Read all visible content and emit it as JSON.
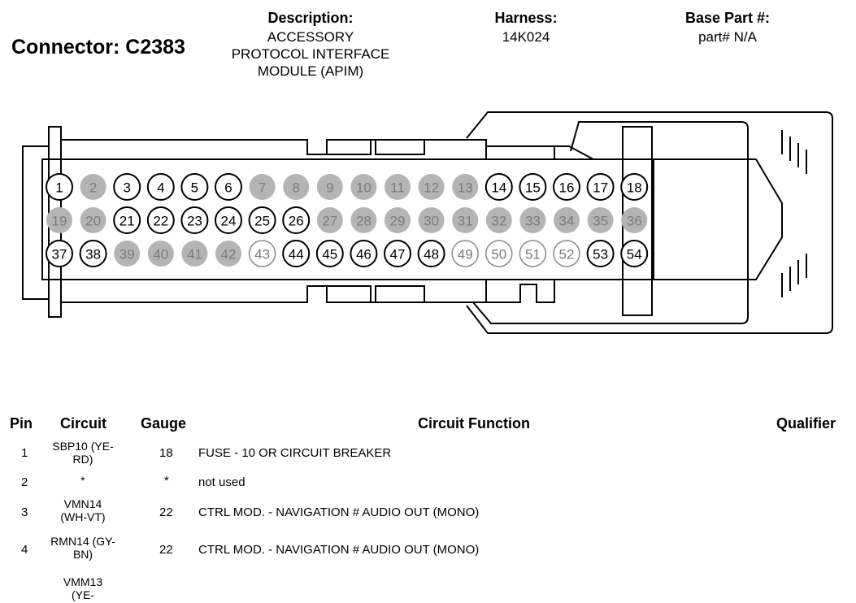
{
  "header": {
    "connector_title": "Connector: C2383",
    "description_label": "Description:",
    "description_lines": [
      "ACCESSORY",
      "PROTOCOL INTERFACE",
      "MODULE (APIM)"
    ],
    "harness_label": "Harness:",
    "harness_value": "14K024",
    "base_part_label": "Base Part #:",
    "base_part_value": "part# N/A"
  },
  "connector": {
    "rows": [
      [
        1,
        2,
        3,
        4,
        5,
        6,
        7,
        8,
        9,
        10,
        11,
        12,
        13,
        14,
        15,
        16,
        17,
        18
      ],
      [
        19,
        20,
        21,
        22,
        23,
        24,
        25,
        26,
        27,
        28,
        29,
        30,
        31,
        32,
        33,
        34,
        35,
        36
      ],
      [
        37,
        38,
        39,
        40,
        41,
        42,
        43,
        44,
        45,
        46,
        47,
        48,
        49,
        50,
        51,
        52,
        53,
        54
      ]
    ],
    "unused_pins": [
      2,
      7,
      8,
      9,
      10,
      11,
      12,
      13,
      19,
      20,
      27,
      28,
      29,
      30,
      31,
      32,
      33,
      34,
      35,
      36,
      39,
      40,
      41,
      42
    ],
    "empty_pins": [
      43,
      49,
      50,
      51,
      52
    ],
    "colors": {
      "unused_fill": "#b4b4b4",
      "outline": "#000000"
    }
  },
  "table": {
    "headers": {
      "pin": "Pin",
      "circuit": "Circuit",
      "gauge": "Gauge",
      "function": "Circuit Function",
      "qualifier": "Qualifier"
    },
    "rows": [
      {
        "pin": "1",
        "circuit": "SBP10 (YE-RD)",
        "gauge": "18",
        "function": "FUSE - 10 OR CIRCUIT BREAKER"
      },
      {
        "pin": "2",
        "circuit": "*",
        "gauge": "*",
        "function": "not used"
      },
      {
        "pin": "3",
        "circuit": "VMN14 (WH-VT)",
        "gauge": "22",
        "function": "CTRL MOD. - NAVIGATION # AUDIO OUT (MONO)"
      },
      {
        "pin": "4",
        "circuit": "RMN14 (GY-BN)",
        "gauge": "22",
        "function": "CTRL MOD. - NAVIGATION # AUDIO OUT (MONO)"
      },
      {
        "pin": "",
        "circuit": "VMM13 (YE-",
        "gauge": "",
        "function": ""
      }
    ]
  }
}
